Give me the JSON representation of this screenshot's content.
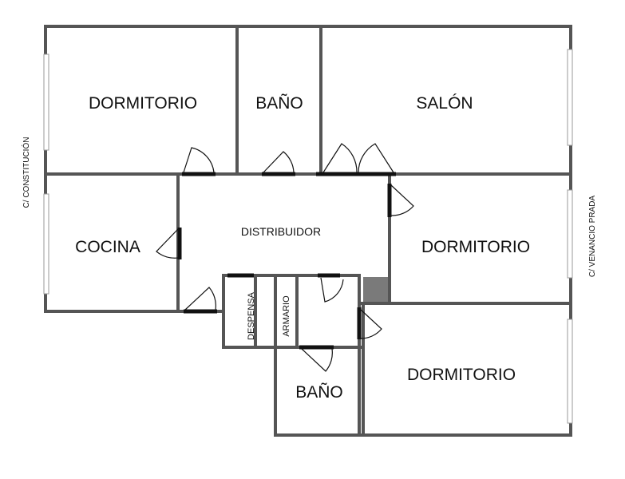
{
  "rooms": {
    "dormitorio_top_left": "DORMITORIO",
    "bano_top": "BAÑO",
    "salon": "SALÓN",
    "cocina": "COCINA",
    "distribuidor": "DISTRIBUIDOR",
    "dormitorio_right": "DORMITORIO",
    "despensa": "DESPENSA",
    "armario": "ARMARIO",
    "bano_bottom": "BAÑO",
    "dormitorio_bottom_right": "DORMITORIO"
  },
  "streets": {
    "left": "C/ CONSTITUCIÓN",
    "right": "C/ VENANCIO PRADA"
  },
  "colors": {
    "wall": "#555555",
    "door": "#111111",
    "shaft": "#7a7a7a"
  }
}
